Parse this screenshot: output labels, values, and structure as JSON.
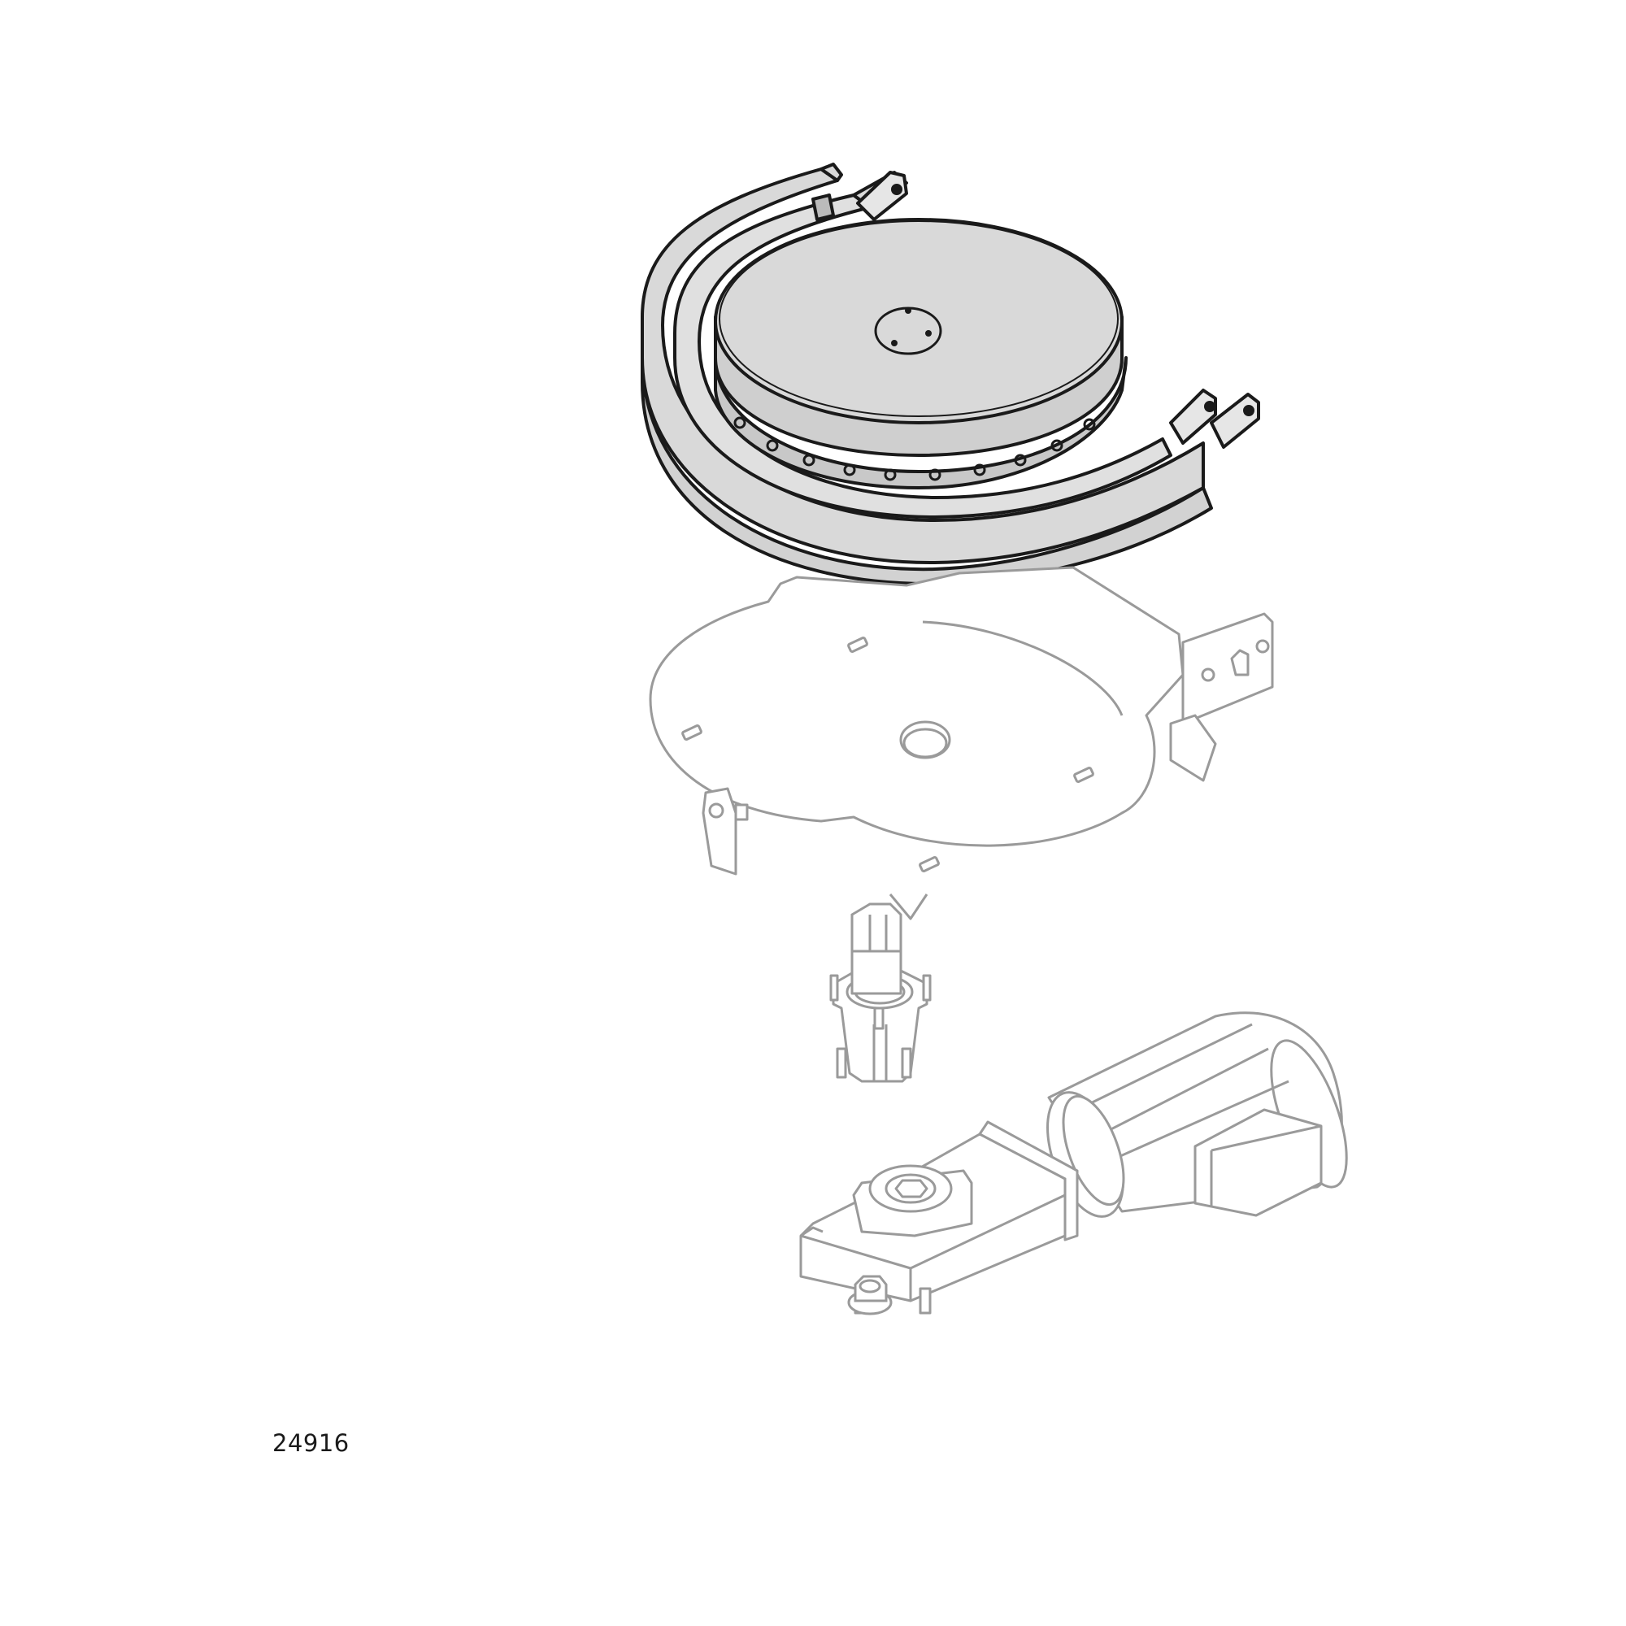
{
  "figure": {
    "id_label": "24916",
    "type": "exploded-view technical drawing"
  },
  "components": [
    {
      "name": "curve-turntable-assembly",
      "style": "dark-outline",
      "fill": "#d9d9d9"
    },
    {
      "name": "mounting-plate",
      "style": "light-outline"
    },
    {
      "name": "drive-shaft",
      "style": "light-outline"
    },
    {
      "name": "bearing-housing",
      "style": "light-outline"
    },
    {
      "name": "gear-motor",
      "style": "light-outline"
    },
    {
      "name": "flange-nut",
      "style": "light-outline"
    }
  ],
  "colors": {
    "background": "#ffffff",
    "dark_line": "#1a1a1a",
    "light_line": "#9a9a9a",
    "surface_fill": "#d9d9d9",
    "text": "#1a1a1a"
  }
}
